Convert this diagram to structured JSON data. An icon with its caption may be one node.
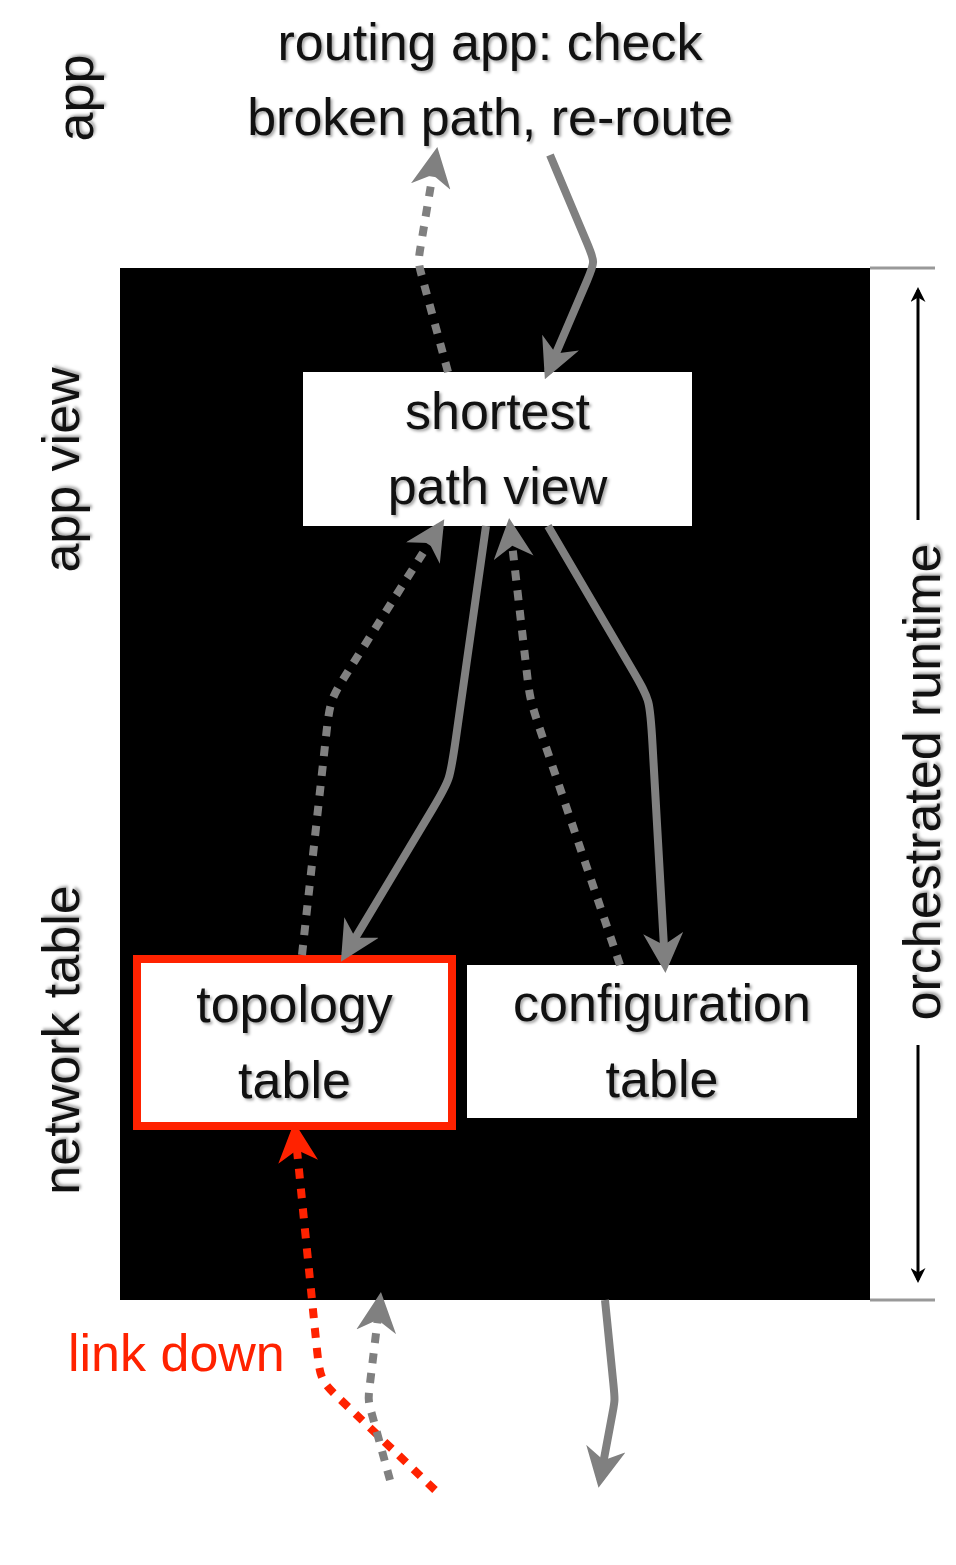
{
  "diagram": {
    "nodes": [
      {
        "text": [],
        "shape": "box"
      },
      {
        "text": [
          "shortest path view"
        ],
        "in": 0
      },
      {
        "text": [
          "topology table"
        ],
        "in": 0
      },
      {
        "text": [
          "configuration table"
        ],
        "in": 0
      },
      {
        "text": [
          "routing app: check broken path, re-route"
        ]
      }
    ],
    "edges": [
      {
        "from": 1,
        "to": 4,
        "arrow": "to",
        "style": "dashed"
      },
      {
        "from": 4,
        "to": 1,
        "arrow": "to"
      },
      {
        "from": 2,
        "to": 1,
        "arrow": "to",
        "style": "dashed"
      },
      {
        "from": 1,
        "to": 2,
        "arrow": "to"
      },
      {
        "from": 3,
        "to": 1,
        "arrow": "to",
        "style": "dashed"
      },
      {
        "from": 1,
        "to": 3,
        "arrow": "to"
      },
      {
        "from": null,
        "to": 2,
        "arrow": "to",
        "style": "dashed",
        "color": "#ff2200",
        "label": "link down"
      },
      {
        "from": null,
        "to": 0,
        "arrow": "to",
        "style": "dashed"
      },
      {
        "from": 0,
        "to": null,
        "arrow": "to"
      }
    ],
    "labels": [
      "app",
      "app view",
      "network table",
      "orchestrated runtime"
    ]
  }
}
